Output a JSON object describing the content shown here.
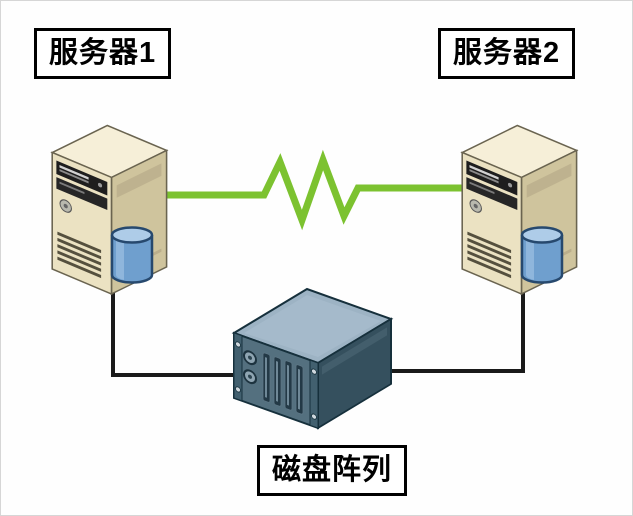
{
  "diagram": {
    "type": "cluster-topology",
    "nodes": {
      "server1": {
        "label": "服务器1",
        "icon": "server-tower-icon"
      },
      "server2": {
        "label": "服务器2",
        "icon": "server-tower-icon"
      },
      "disk_array": {
        "label": "磁盘阵列",
        "icon": "disk-array-icon"
      }
    },
    "connections": [
      {
        "from": "server1",
        "to": "server2",
        "style": "zigzag-heartbeat",
        "color": "#7cc230"
      },
      {
        "from": "server1",
        "to": "disk_array",
        "style": "right-angle-line",
        "color": "#1a1a1a"
      },
      {
        "from": "server2",
        "to": "disk_array",
        "style": "right-angle-line",
        "color": "#1a1a1a"
      }
    ],
    "colors": {
      "heartbeat": "#7cc230",
      "connector": "#1a1a1a",
      "server_front": "#ebe2c2",
      "server_side": "#cfc49d",
      "server_top": "#f6efd8",
      "cylinder_body": "#6f9fce",
      "cylinder_top": "#aecce8",
      "array_top": "#9db3c4",
      "array_front": "#54707f",
      "array_side": "#35505e",
      "label_border": "#000000",
      "label_background": "#ffffff",
      "label_text": "#000000"
    }
  }
}
